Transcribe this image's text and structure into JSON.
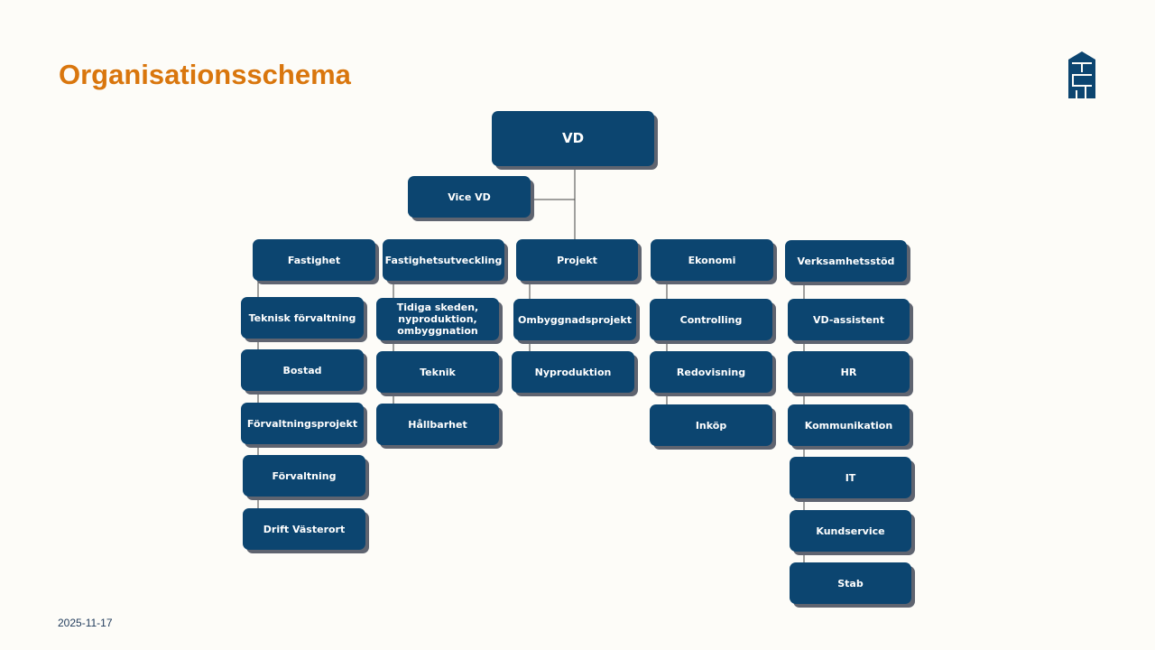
{
  "page": {
    "title": "Organisationsschema",
    "date": "2025-11-17"
  },
  "colors": {
    "title": "#d9760d",
    "box_fill": "#0c4570",
    "box_shadow": "#5f6470",
    "connector": "#444444",
    "background": "#fdfcf8"
  },
  "logo": {
    "icon": "micasa-logo-icon"
  },
  "org": {
    "vd": "VD",
    "vice_vd": "Vice VD",
    "departments": [
      {
        "name": "Fastighet",
        "units": [
          "Teknisk förvaltning",
          "Bostad",
          "Förvaltningsprojekt",
          "Förvaltning",
          "Drift Västerort"
        ]
      },
      {
        "name": "Fastighetsutveckling",
        "units": [
          "Tidiga skeden, nyproduktion, ombyggnation",
          "Teknik",
          "Hållbarhet"
        ]
      },
      {
        "name": "Projekt",
        "units": [
          "Ombyggnadsprojekt",
          "Nyproduktion"
        ]
      },
      {
        "name": "Ekonomi",
        "units": [
          "Controlling",
          "Redovisning",
          "Inköp"
        ]
      },
      {
        "name": "Verksamhetsstöd",
        "units": [
          "VD-assistent",
          "HR",
          "Kommunikation",
          "IT",
          "Kundservice",
          "Stab"
        ]
      }
    ]
  }
}
